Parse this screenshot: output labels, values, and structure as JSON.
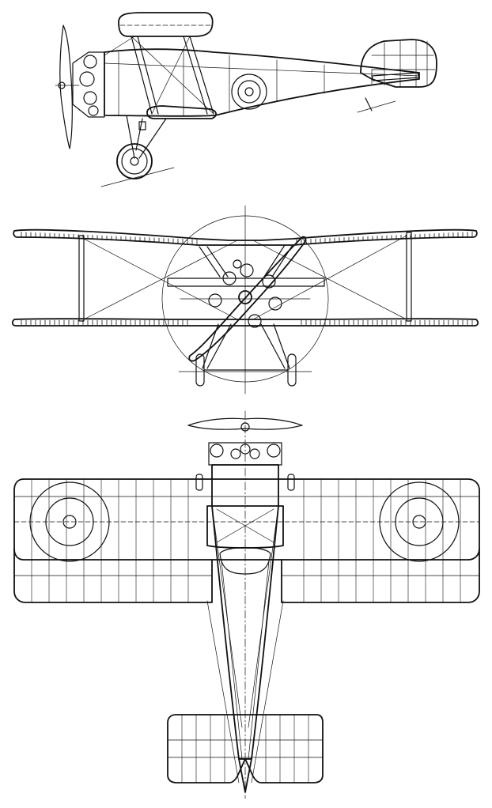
{
  "drawing": {
    "views": [
      "side",
      "front",
      "plan"
    ],
    "ink_color": "#111111",
    "paper_color": "#ffffff"
  }
}
